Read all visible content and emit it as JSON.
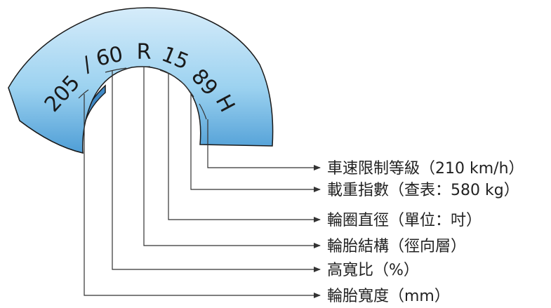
{
  "tire": {
    "segments": [
      {
        "text": "205"
      },
      {
        "text": "/"
      },
      {
        "text": "60"
      },
      {
        "text": "R"
      },
      {
        "text": "15"
      },
      {
        "text": "89"
      },
      {
        "text": "H"
      }
    ]
  },
  "labels": [
    {
      "text": "車速限制等級（210 km/h）"
    },
    {
      "text": "載重指數（查表：580 kg）"
    },
    {
      "text": "輪圈直徑（單位：吋）"
    },
    {
      "text": "輪胎結構（徑向層）"
    },
    {
      "text": "高寬比（%）"
    },
    {
      "text": "輪胎寬度（mm）"
    }
  ],
  "colors": {
    "tire_light": "#d6ecfa",
    "tire_mid": "#9cd2f0",
    "tire_dark": "#4f9ed6",
    "outline": "#1a1a1a",
    "leader": "#333333"
  }
}
